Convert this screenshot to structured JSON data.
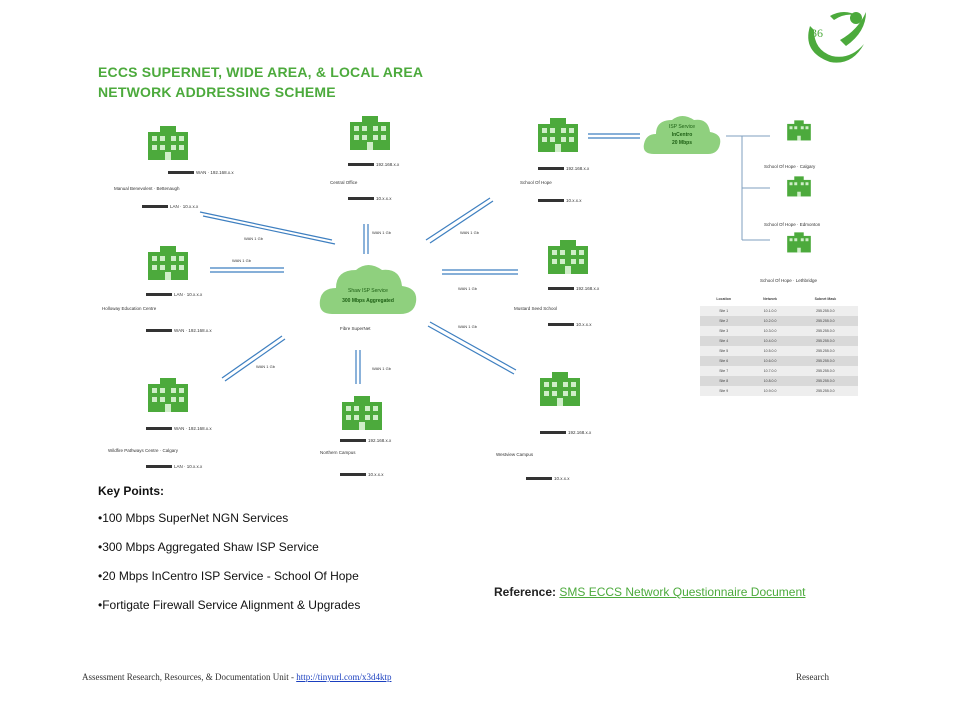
{
  "slide": {
    "page_number": "36",
    "title_line1": "ECCS SUPERNET, WIDE AREA, & LOCAL AREA",
    "title_line2": "NETWORK ADDRESSING SCHEME"
  },
  "colors": {
    "accent": "#4caa3c",
    "cloud": "#8fd07e",
    "link": "#3e7fc0"
  },
  "diagram": {
    "center_cloud": {
      "line1": "Shaw ISP Service",
      "line2": "300 Mbps Aggregated",
      "caption": "Fibre SuperNet"
    },
    "secondary_cloud": {
      "line1": "ISP Service",
      "line2": "InCentro",
      "line3": "20 Mbps"
    },
    "sites": [
      {
        "label": "Manual Benevolent · Bettenaugh",
        "ip_top": "WAN · 192.168.x.x",
        "ip_bottom": "LAN · 10.x.x.x"
      },
      {
        "label": "Holloway Education Centre",
        "ip_top": "LAN · 10.x.x.x",
        "ip_bottom": "WAN · 192.168.x.x"
      },
      {
        "label": "Wildfire Pathways Centre · Calgary",
        "ip_top": "WAN · 192.168.x.x",
        "ip_bottom": "LAN · 10.x.x.x"
      },
      {
        "label": "Central Office",
        "ip_top": "192.168.x.x",
        "ip_bottom": "10.x.x.x"
      },
      {
        "label": "School Of Hope",
        "ip_top": "192.168.x.x",
        "ip_bottom": "10.x.x.x"
      },
      {
        "label": "Mustard Seed School",
        "ip_top": "192.168.x.x",
        "ip_bottom": "10.x.x.x"
      },
      {
        "label": "Northern Campus",
        "ip_top": "192.168.x.x",
        "ip_bottom": "10.x.x.x"
      },
      {
        "label": "Westview Campus",
        "ip_top": "192.168.x.x",
        "ip_bottom": "10.x.x.x"
      }
    ],
    "link_labels": [
      "WAN 1 Gb",
      "WAN 1 Gb",
      "WAN 1 Gb",
      "WAN 1 Gb",
      "WAN 1 Gb",
      "WAN 1 Gb",
      "WAN 1 Gb",
      "WAN 1 Gb"
    ],
    "branch_sites": [
      {
        "label": "School Of Hope · Calgary"
      },
      {
        "label": "School Of Hope · Edmonton"
      },
      {
        "label": "School Of Hope · Lethbridge"
      }
    ],
    "table": {
      "headers": [
        "Location",
        "Network",
        "Subnet Mask"
      ],
      "rows": [
        [
          "Site 1",
          "10.1.0.0",
          "255.255.0.0"
        ],
        [
          "Site 2",
          "10.2.0.0",
          "255.255.0.0"
        ],
        [
          "Site 3",
          "10.3.0.0",
          "255.255.0.0"
        ],
        [
          "Site 4",
          "10.4.0.0",
          "255.255.0.0"
        ],
        [
          "Site 5",
          "10.5.0.0",
          "255.255.0.0"
        ],
        [
          "Site 6",
          "10.6.0.0",
          "255.255.0.0"
        ],
        [
          "Site 7",
          "10.7.0.0",
          "255.255.0.0"
        ],
        [
          "Site 8",
          "10.8.0.0",
          "255.255.0.0"
        ],
        [
          "Site 9",
          "10.9.0.0",
          "255.255.0.0"
        ]
      ]
    }
  },
  "key_points": {
    "title": "Key Points:",
    "items": [
      "•100 Mbps SuperNet NGN Services",
      "•300 Mbps Aggregated Shaw ISP Service",
      "•20 Mbps InCentro ISP Service - School Of Hope",
      "•Fortigate Firewall Service Alignment & Upgrades"
    ]
  },
  "reference": {
    "label": "Reference:",
    "link_text": "SMS ECCS Network Questionnaire Document"
  },
  "footer": {
    "text": "Assessment Research, Resources, & Documentation Unit - ",
    "link": "http://tinyurl.com/x3d4ktp",
    "right": "Research"
  }
}
